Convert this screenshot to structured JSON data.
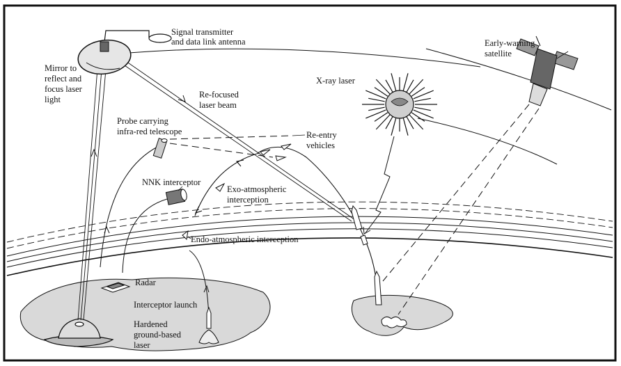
{
  "colors": {
    "ink": "#111111",
    "land": "#d9d9d9",
    "background": "#ffffff"
  },
  "labels": {
    "signal_transmitter": [
      "Signal transmitter",
      "and data link antenna"
    ],
    "mirror": [
      "Mirror to",
      "reflect and",
      "focus laser",
      "light"
    ],
    "refocused_beam": [
      "Re-focused",
      "laser beam"
    ],
    "xray_laser": "X-ray laser",
    "early_warning": [
      "Early-warning",
      "satellite"
    ],
    "probe": [
      "Probe carrying",
      "infra-red telescope"
    ],
    "reentry": [
      "Re-entry",
      "vehicles"
    ],
    "nnk": "NNK interceptor",
    "exo": [
      "Exo-atmospheric",
      "interception"
    ],
    "endo": "Endo-atmospheric interception",
    "radar": "Radar",
    "interceptor_launch": "Interceptor launch",
    "hardened_laser": [
      "Hardened",
      "ground-based",
      "laser"
    ]
  }
}
